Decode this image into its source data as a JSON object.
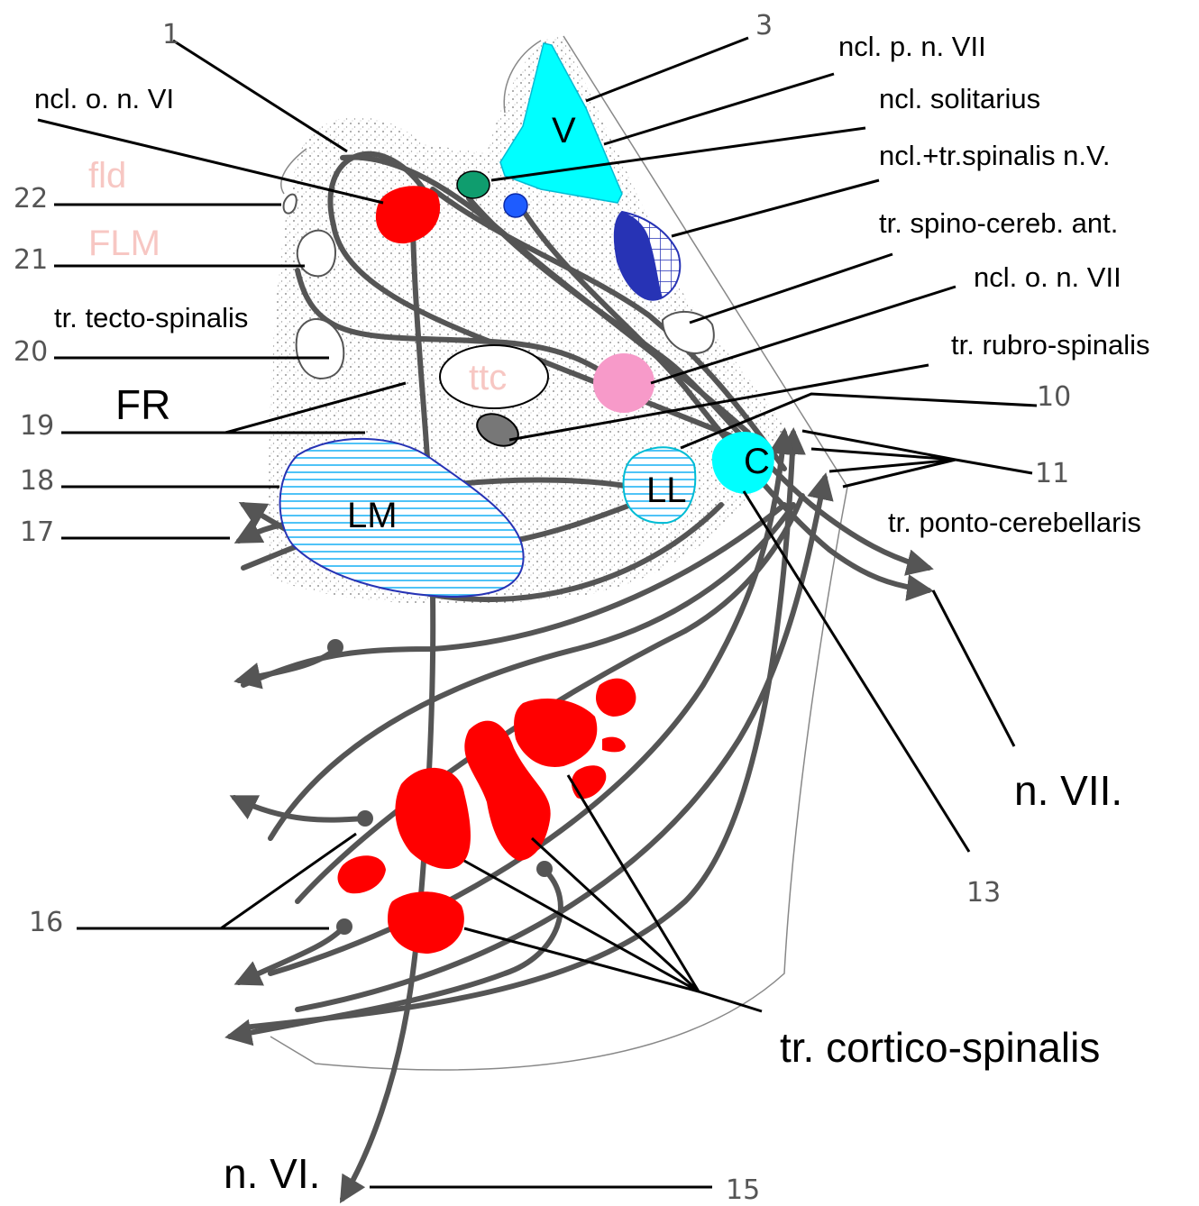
{
  "colors": {
    "red": "#ff0000",
    "cyan": "#00ffff",
    "green": "#0f9d6e",
    "blue": "#1e5cff",
    "navy": "#2733b5",
    "pink": "#f79ac9",
    "gray": "#777777",
    "lemniscus": "#4fc3f7",
    "faint_label": "#f7c7c3"
  },
  "numbers": {
    "n1": "1",
    "n3": "3",
    "n10": "10",
    "n11": "11",
    "n13": "13",
    "n15": "15",
    "n16": "16",
    "n17": "17",
    "n18": "18",
    "n19": "19",
    "n20": "20",
    "n21": "21",
    "n22": "22"
  },
  "labels": {
    "ncl_o_n_vi": "ncl. o. n. VI",
    "fld": "fld",
    "flm": "FLM",
    "tr_tecto_spinalis": "tr. tecto-spinalis",
    "fr": "FR",
    "ncl_p_n_vii": "ncl. p. n. VII",
    "ncl_solitarius": "ncl. solitarius",
    "ncl_tr_spinalis_nv": "ncl.+tr.spinalis n.V.",
    "tr_spino_cereb_ant": "tr. spino-cereb. ant.",
    "ncl_o_n_vii": "ncl. o. n. VII",
    "tr_rubro_spinalis": "tr. rubro-spinalis",
    "tr_ponto_cerebellaris": "tr. ponto-cerebellaris",
    "n_vii": "n. VII.",
    "n_vi": "n. VI.",
    "tr_cortico_spinalis": "tr. cortico-spinalis"
  },
  "structures": {
    "v": "V",
    "ttc": "ttc",
    "lm": "LM",
    "ll": "LL",
    "c": "C"
  }
}
